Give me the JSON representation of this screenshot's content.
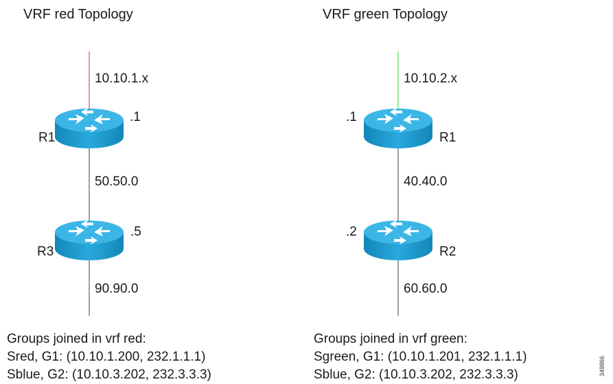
{
  "red": {
    "title": "VRF red Topology",
    "uplink_subnet": "10.10.1.x",
    "uplink_color": "#e8706f",
    "router_top": {
      "name": "R1",
      "host": ".1"
    },
    "mid_subnet": "50.50.0",
    "router_bottom": {
      "name": "R3",
      "host": ".5"
    },
    "down_subnet": "90.90.0",
    "groups_heading": "Groups joined in vrf red:",
    "groups": [
      "Sred, G1: (10.10.1.200, 232.1.1.1)",
      "Sblue, G2: (10.10.3.202, 232.3.3.3)"
    ]
  },
  "green": {
    "title": "VRF green Topology",
    "uplink_subnet": "10.10.2.x",
    "uplink_color": "#7fe07a",
    "router_top": {
      "name": "R1",
      "host": ".1"
    },
    "mid_subnet": "40.40.0",
    "router_bottom": {
      "name": "R2",
      "host": ".2"
    },
    "down_subnet": "60.60.0",
    "groups_heading": "Groups joined in vrf green:",
    "groups": [
      "Sgreen, G1: (10.10.1.201, 232.1.1.1)",
      "Sblue, G2: (10.10.3.202, 232.3.3.3)"
    ]
  },
  "figure_id": "349866",
  "router_icon": "router-icon",
  "router_color": "#1a9fd4",
  "link_color": "#808080"
}
